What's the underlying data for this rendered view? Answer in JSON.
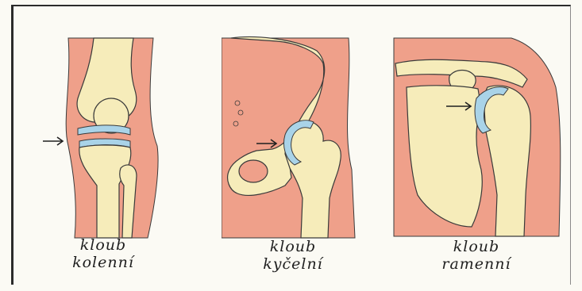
{
  "colors": {
    "skin": "#efa08a",
    "bone": "#f6ecba",
    "cartilage": "#a9d3e8",
    "outline": "#3a3a3a",
    "background": "#fbfaf4"
  },
  "icons": [
    "arrow-right-icon"
  ],
  "panels": [
    {
      "caption_line1": "kloub",
      "caption_line2": "kolenní"
    },
    {
      "caption_line1": "kloub",
      "caption_line2": "kyčelní"
    },
    {
      "caption_line1": "kloub",
      "caption_line2": "ramenní"
    }
  ]
}
